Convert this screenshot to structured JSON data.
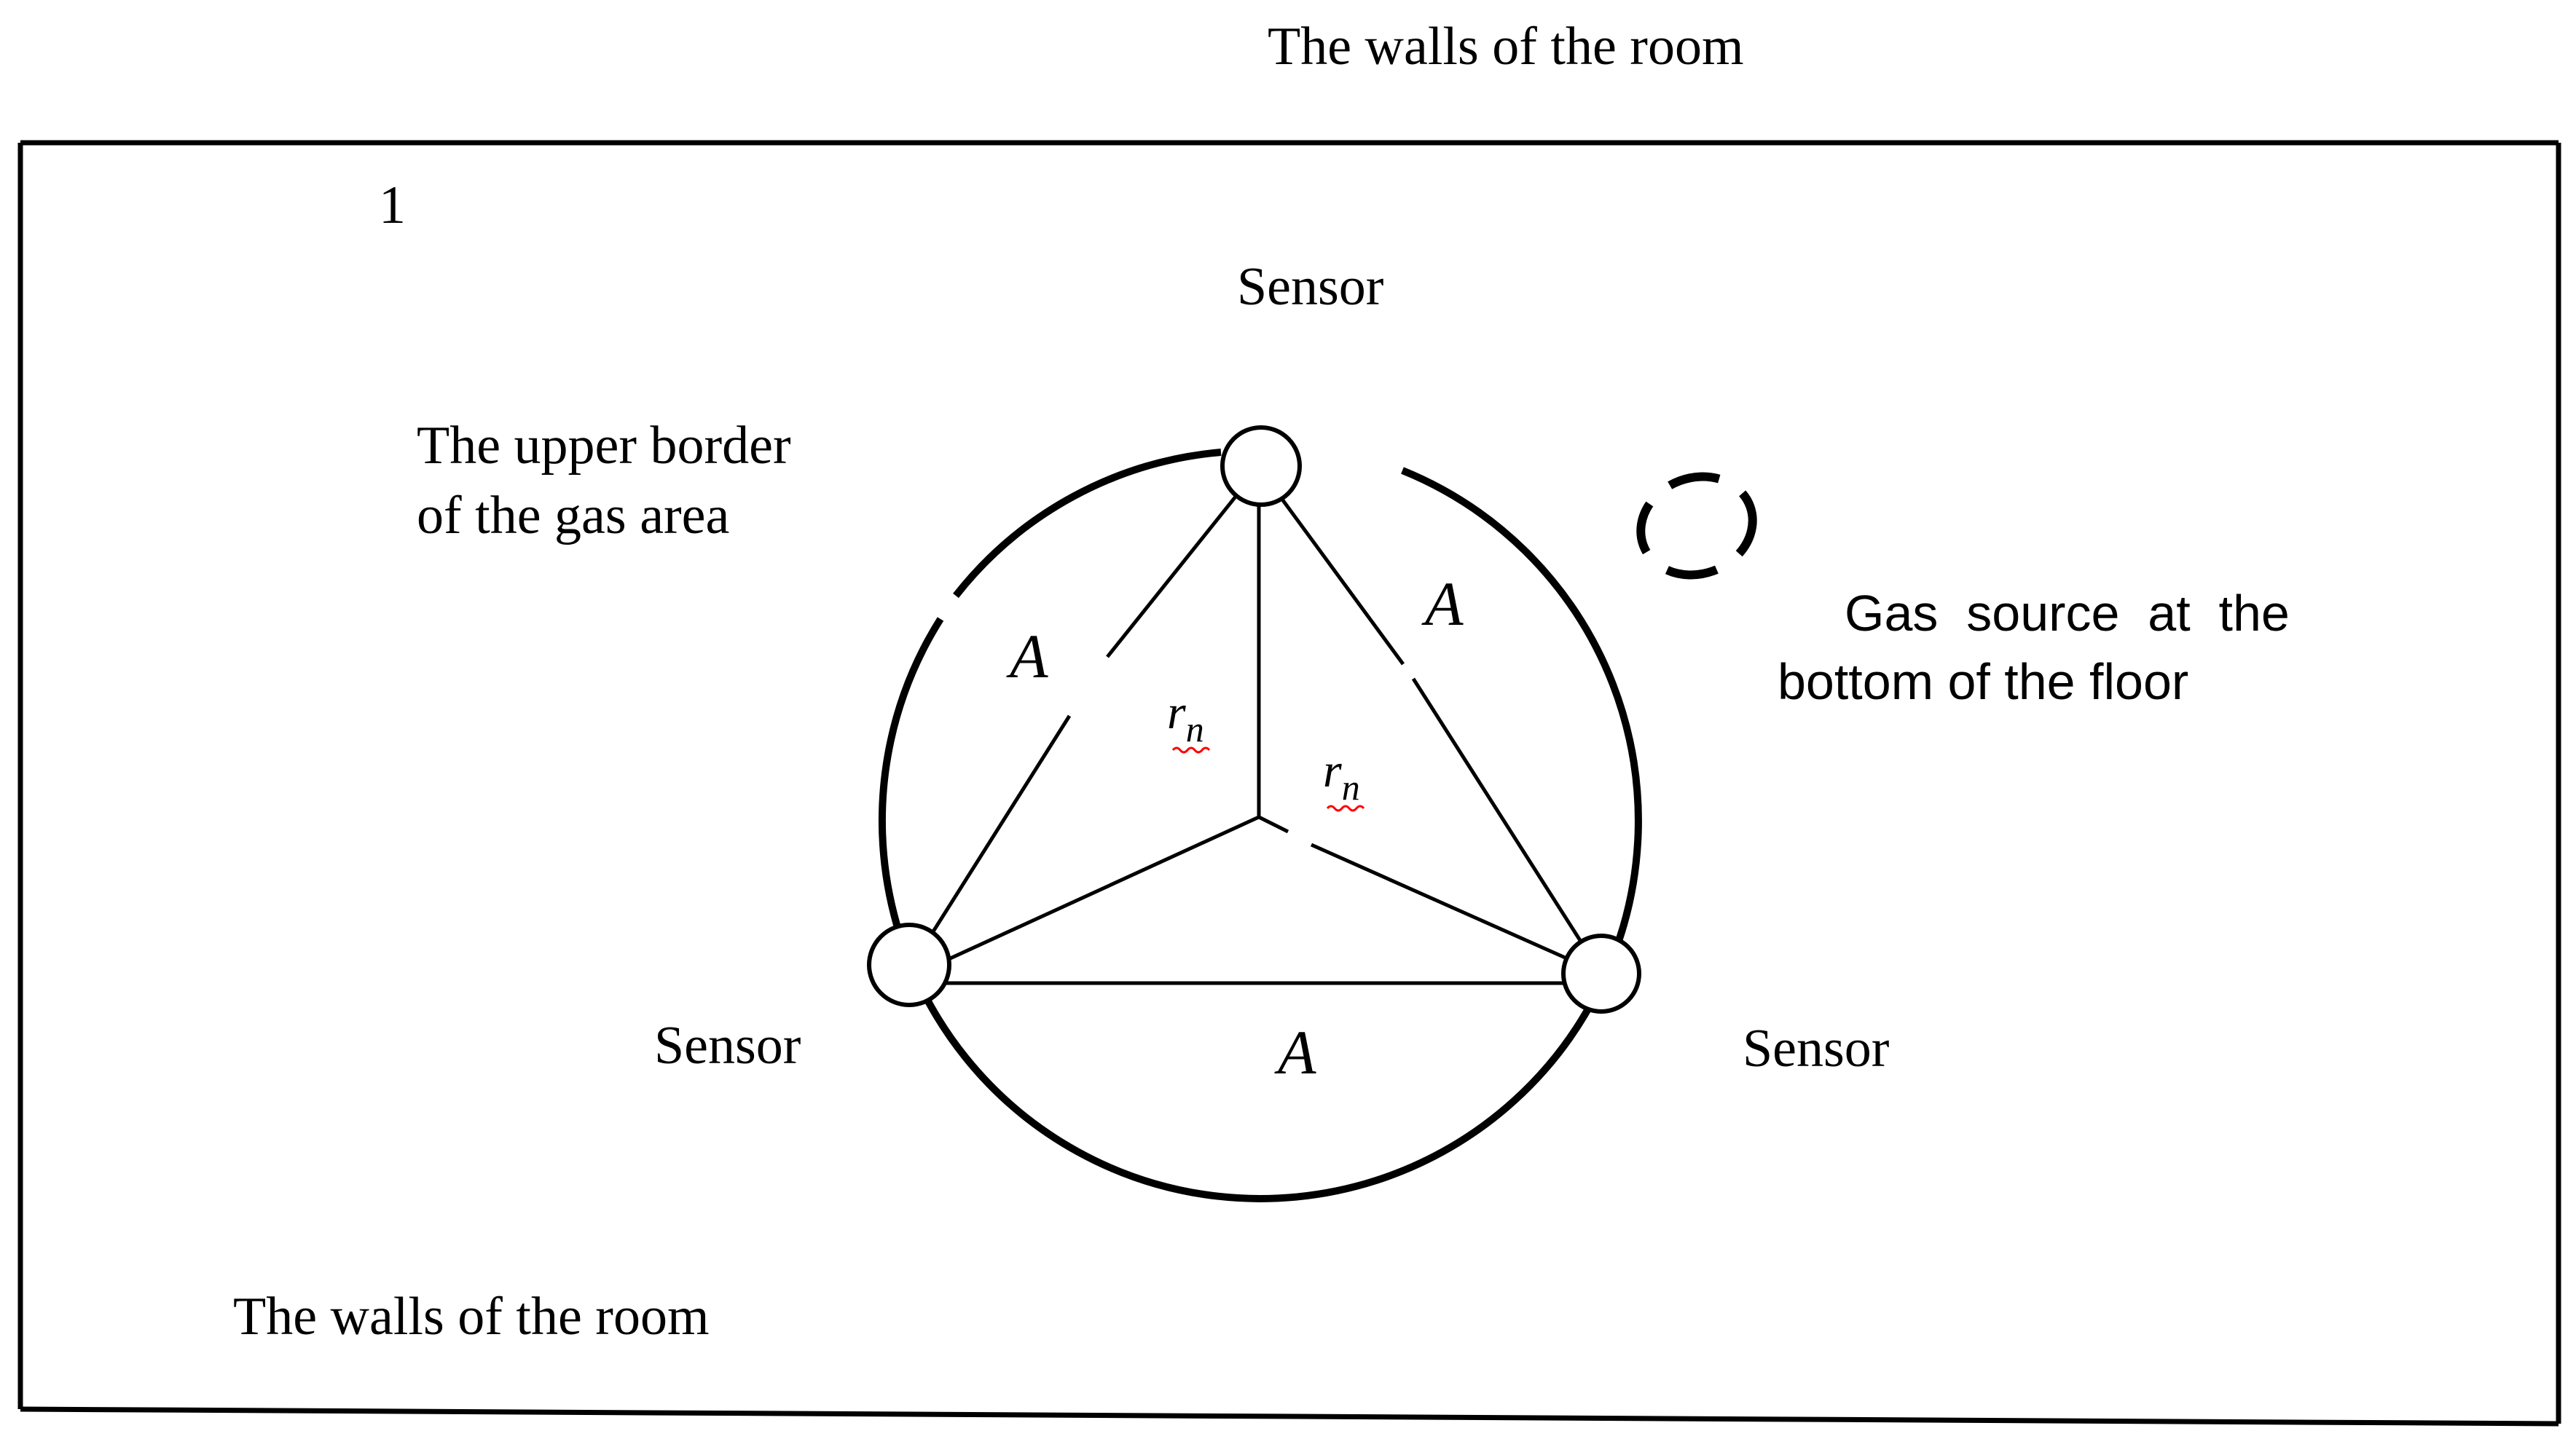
{
  "title_top": "The walls of the room",
  "label_bottom_walls": "The walls of the room",
  "room_number": "1",
  "sensors": {
    "top": "Sensor",
    "left": "Sensor",
    "right": "Sensor"
  },
  "upper_border": {
    "line1": "The upper border",
    "line2": "of the gas area"
  },
  "gas_source": {
    "line1": "Gas  source  at  the",
    "line2": "bottom of the floor"
  },
  "side_labels": {
    "left": "A",
    "right": "A",
    "bottom": "A"
  },
  "radius_labels": {
    "base": "r",
    "subscript": "n"
  },
  "colors": {
    "line": "#000000",
    "background": "#ffffff",
    "spellcheck_underline": "#ff0000"
  }
}
